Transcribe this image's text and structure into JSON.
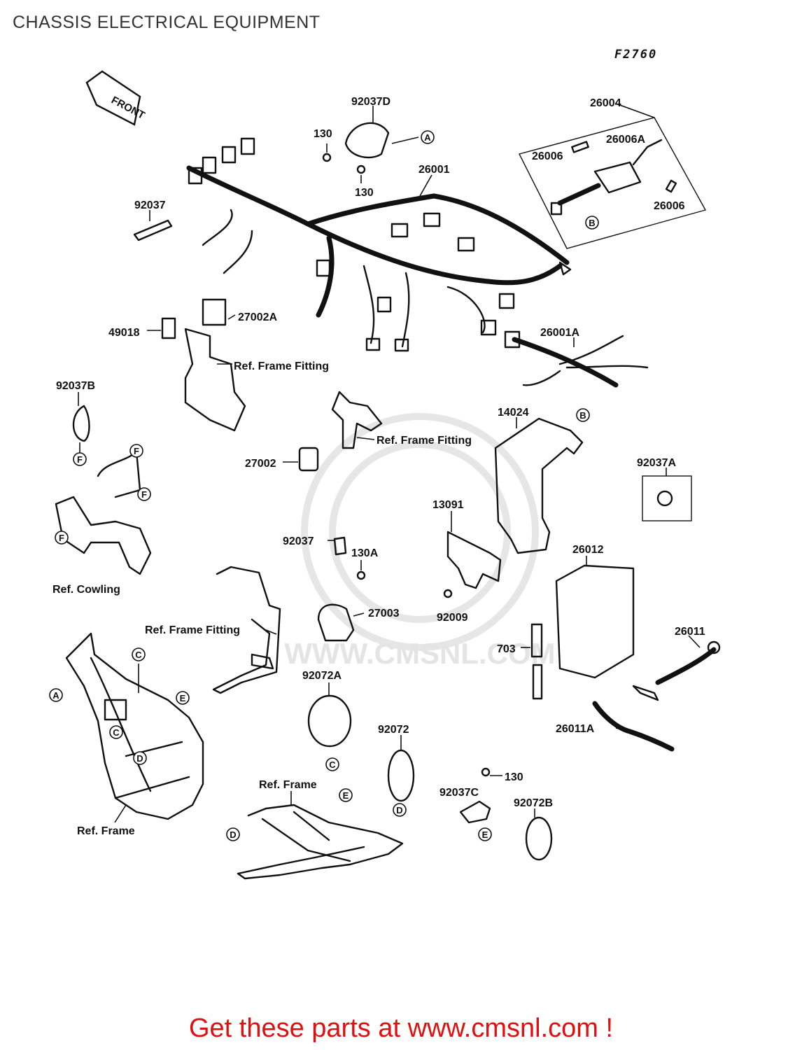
{
  "title": "CHASSIS ELECTRICAL EQUIPMENT",
  "figure_code": "F2760",
  "front_label": "FRONT",
  "watermark": "WWW.CMSNL.COM",
  "footer": "Get these parts at www.cmsnl.com !",
  "markers": [
    "A",
    "B",
    "C",
    "D",
    "E",
    "F"
  ],
  "parts": {
    "p92037D": "92037D",
    "p26004": "26004",
    "p130_a": "130",
    "p130_b": "130",
    "p26001": "26001",
    "p26006A": "26006A",
    "p26006_a": "26006",
    "p26006_b": "26006",
    "p92037_a": "92037",
    "p27002A": "27002A",
    "p49018": "49018",
    "ref_frame_fitting_1": "Ref. Frame Fitting",
    "p26001A": "26001A",
    "p92037B": "92037B",
    "ref_frame_fitting_2": "Ref. Frame Fitting",
    "p14024": "14024",
    "p27002": "27002",
    "p92037A": "92037A",
    "p13091": "13091",
    "p92037_b": "92037",
    "p130A": "130A",
    "ref_cowling": "Ref. Cowling",
    "p26012": "26012",
    "p27003": "27003",
    "p92009": "92009",
    "ref_frame_fitting_3": "Ref. Frame Fitting",
    "p26011": "26011",
    "p703": "703",
    "p92072A": "92072A",
    "p26011A": "26011A",
    "p92072": "92072",
    "ref_frame_1": "Ref. Frame",
    "p130_c": "130",
    "p92037C": "92037C",
    "p92072B": "92072B",
    "ref_frame_2": "Ref. Frame"
  }
}
